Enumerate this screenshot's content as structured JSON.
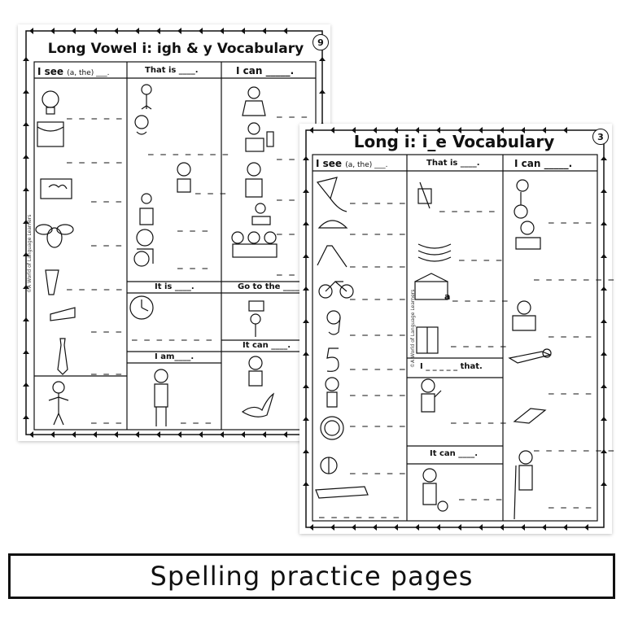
{
  "page_a": {
    "number": "9",
    "title": "Long Vowel i: igh & y Vocabulary",
    "col1_header": "I see",
    "col1_header_small": "(a, the) ___.",
    "col2_header": "That is ____.",
    "col3_header": "I can _____.",
    "col2_labels": [
      "It is ____.",
      "I am____."
    ],
    "col3_labels": [
      "Go to the ____",
      "It can ____."
    ],
    "credit": "©A World of Language Learners",
    "blank": "_ _ _ _ _",
    "blank_short": "_ _ _",
    "blank_long": "_ _ _ _ _ _ _"
  },
  "page_b": {
    "number": "3",
    "title": "Long i: i_e Vocabulary",
    "col1_header": "I see",
    "col1_header_small": "(a, the) ___.",
    "col2_header": "That is ____.",
    "col3_header": "I can _____.",
    "col2_labels": [
      "I _ _ _ _ _ that.",
      "It can ____."
    ],
    "credit": "©A World of Language Learners",
    "article_a": "a",
    "blank": "_ _ _ _ _",
    "blank_short": "_ _ _ _",
    "blank_long": "_ _ _ _ _ _ _"
  },
  "caption": "Spelling practice pages",
  "colors": {
    "ink": "#111111",
    "paper": "#ffffff"
  }
}
